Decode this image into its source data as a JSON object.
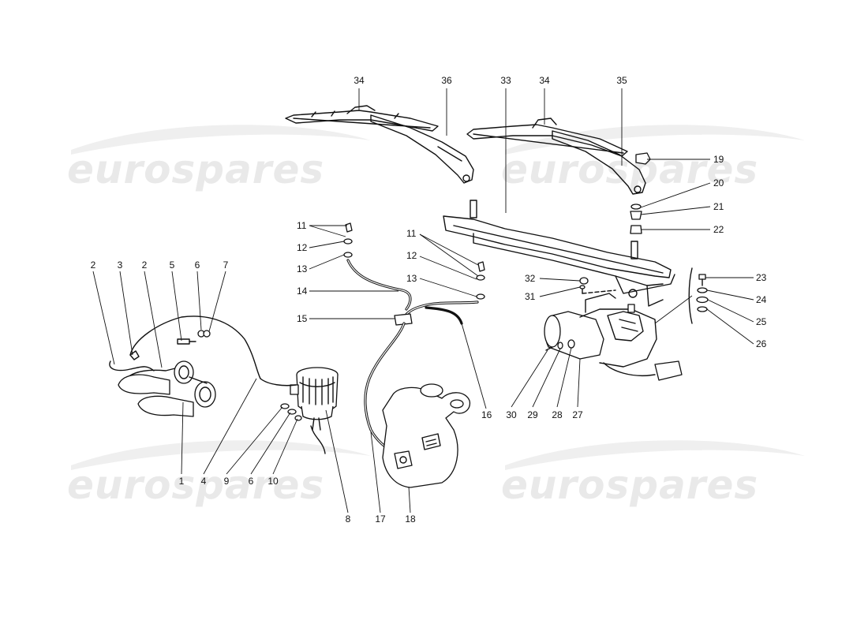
{
  "watermark": "eurospares",
  "callouts": {
    "c1": "1",
    "c2a": "2",
    "c2b": "2",
    "c3": "3",
    "c4": "4",
    "c5": "5",
    "c6a": "6",
    "c6b": "6",
    "c7": "7",
    "c8": "8",
    "c9": "9",
    "c10": "10",
    "c11a": "11",
    "c11b": "11",
    "c12a": "12",
    "c12b": "12",
    "c13a": "13",
    "c13b": "13",
    "c14": "14",
    "c15": "15",
    "c16": "16",
    "c17": "17",
    "c18": "18",
    "c19": "19",
    "c20": "20",
    "c21": "21",
    "c22": "22",
    "c23": "23",
    "c24": "24",
    "c25": "25",
    "c26": "26",
    "c27": "27",
    "c28": "28",
    "c29": "29",
    "c30": "30",
    "c31": "31",
    "c32": "32",
    "c33": "33",
    "c34a": "34",
    "c34b": "34",
    "c35": "35",
    "c36": "36"
  }
}
